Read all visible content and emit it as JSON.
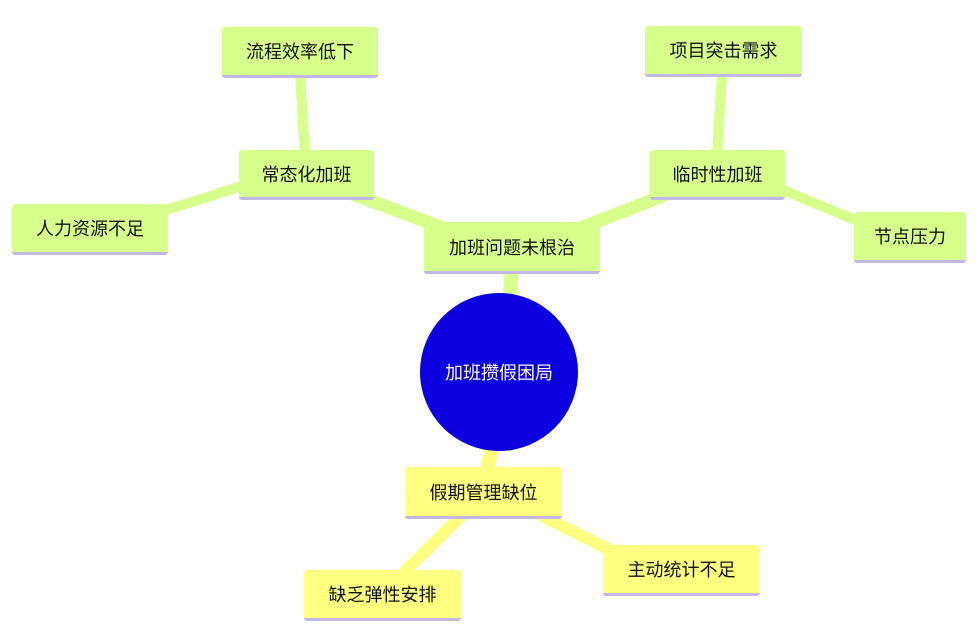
{
  "root": {
    "label": "加班攒假困局"
  },
  "branches": {
    "unresolved": {
      "label": "加班问题未根治",
      "routine": {
        "label": "常态化加班",
        "children": [
          "流程效率低下",
          "人力资源不足"
        ]
      },
      "temporary": {
        "label": "临时性加班",
        "children": [
          "项目突击需求",
          "节点压力"
        ]
      }
    },
    "leave_management": {
      "label": "假期管理缺位",
      "children": [
        "缺乏弹性安排",
        "主动统计不足"
      ]
    }
  },
  "colors": {
    "root_fill": "#0c00e0",
    "green_node": "#d6ff8c",
    "green_edge": "#d6ff8c",
    "yellow_node": "#ffff80",
    "yellow_edge": "#ffff80",
    "underline": "#c2b8e8"
  }
}
